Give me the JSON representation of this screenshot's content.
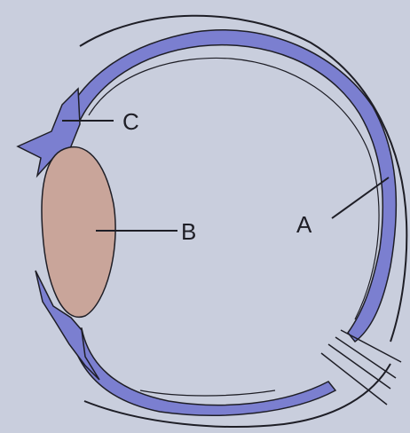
{
  "diagram": {
    "labels": {
      "a": "A",
      "b": "B",
      "c": "C"
    }
  },
  "colors": {
    "background": "#c9cedd",
    "choroid": "#7b7fd0",
    "lens": "#c9a59a",
    "outline": "#1e1e26"
  }
}
